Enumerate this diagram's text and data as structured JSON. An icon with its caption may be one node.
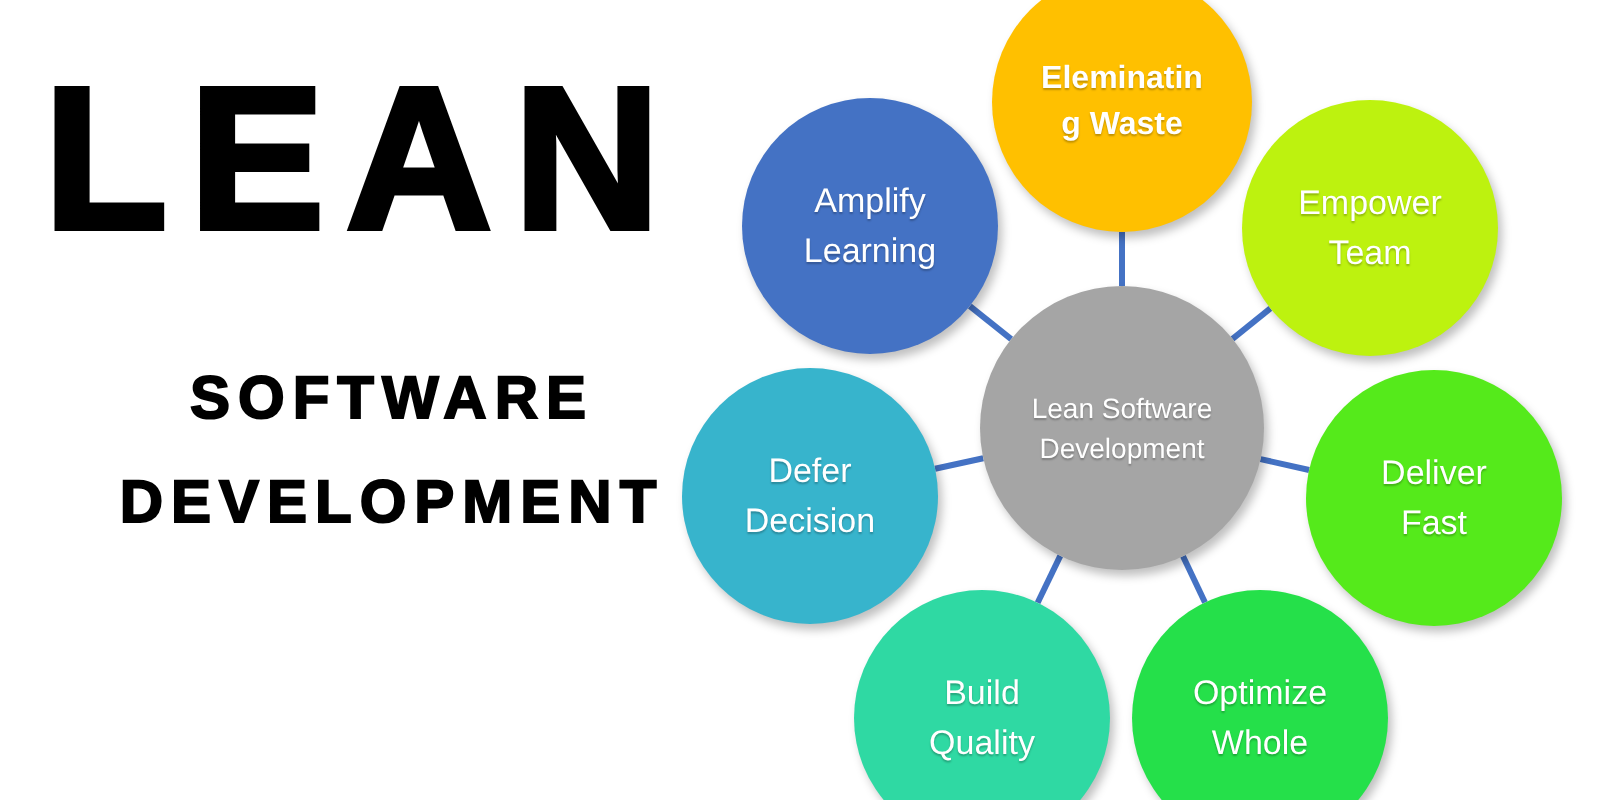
{
  "diagram": {
    "title": "LEAN",
    "nodes": [
      {
        "text": [
          "Eleminating Waste"
        ]
      },
      {
        "text": [
          "Amplify Learning"
        ]
      },
      {
        "text": [
          "Empower Team"
        ]
      },
      {
        "text": [
          "Lean Software Development"
        ]
      },
      {
        "text": [
          "Defer Decision"
        ]
      },
      {
        "text": [
          "Deliver Fast"
        ]
      },
      {
        "text": [
          "Build Quality"
        ]
      },
      {
        "text": [
          "Optimize Whole"
        ]
      }
    ],
    "edges": [
      {
        "from": 3,
        "to": 0,
        "arrow": "none"
      },
      {
        "from": 3,
        "to": 1,
        "arrow": "none"
      },
      {
        "from": 3,
        "to": 2,
        "arrow": "none"
      },
      {
        "from": 3,
        "to": 4,
        "arrow": "none"
      },
      {
        "from": 3,
        "to": 5,
        "arrow": "none"
      },
      {
        "from": 3,
        "to": 6,
        "arrow": "none"
      },
      {
        "from": 3,
        "to": 7,
        "arrow": "none"
      }
    ],
    "labels": [
      "SOFTWARE DEVELOPMENT"
    ]
  }
}
